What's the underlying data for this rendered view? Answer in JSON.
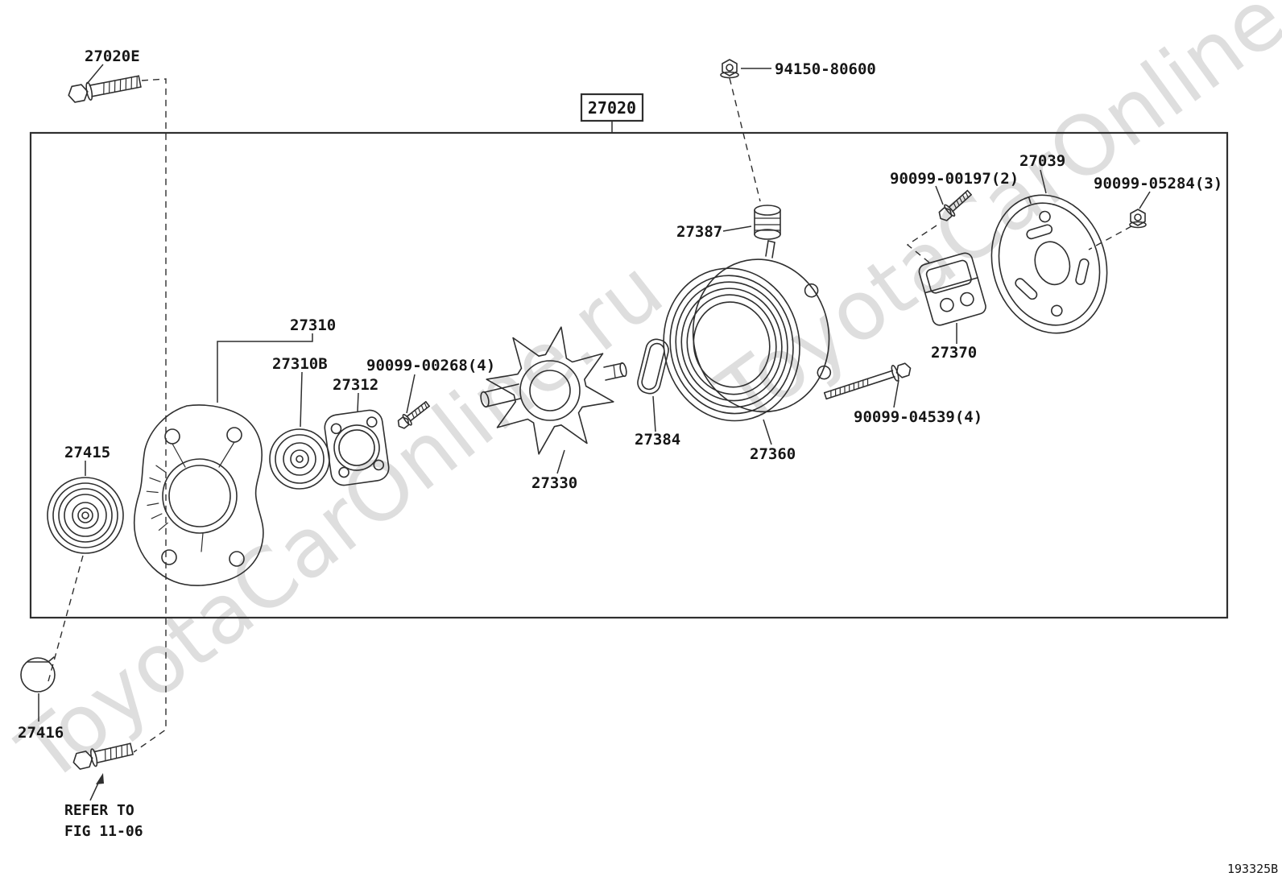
{
  "diagram": {
    "watermark": "ToyotaCarOnline.ru",
    "drawing_number": "193325B",
    "main_assembly_label": "27020",
    "callouts": {
      "bolt_27020e": "27020E",
      "nut_94150_80600": "94150-80600",
      "insulator_27387": "27387",
      "bolt_90099_00197": "90099-00197(2)",
      "rear_cover_27039": "27039",
      "nut_90099_05284": "90099-05284(3)",
      "front_bracket_27310": "27310",
      "bearing_27310b": "27310B",
      "retainer_27312": "27312",
      "screw_90099_00268": "90099-00268(4)",
      "pulley_27415": "27415",
      "seal_27384": "27384",
      "stator_27360": "27360",
      "through_bolt_90099_04539": "90099-04539(4)",
      "regulator_27370": "27370",
      "rotor_27330": "27330",
      "cap_27416": "27416"
    },
    "notes": {
      "refer_line1": "REFER TO",
      "refer_line2": "FIG 11-06"
    }
  }
}
